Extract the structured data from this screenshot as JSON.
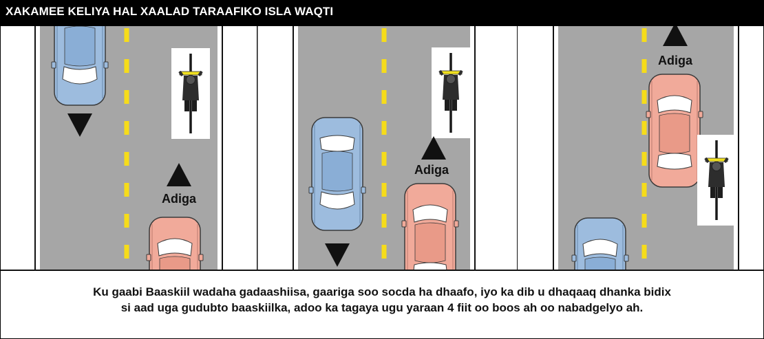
{
  "title": "XAKAMEE KELIYA HAL XAALAD TARAAFIKO ISLA WAQTI",
  "panels": [
    {
      "label": "Adiga"
    },
    {
      "label": "Adiga"
    },
    {
      "label": "Adiga"
    }
  ],
  "caption": {
    "line1": "Ku gaabi Baaskiil wadaha gadaashiisa, gaariga soo socda ha dhaafo, iyo ka dib u dhaqaaq dhanka bidix",
    "line2": "si aad uga gudubto baaskiilka, adoo ka tagaya ugu yaraan 4 fiit oo boos ah oo nabadgelyo ah."
  },
  "colors": {
    "road": "#a6a6a6",
    "center_line": "#f6dc1a",
    "blue_car": "#9dbcde",
    "pink_car": "#f1aa9a",
    "cyclist_vest": "#f0e020"
  }
}
